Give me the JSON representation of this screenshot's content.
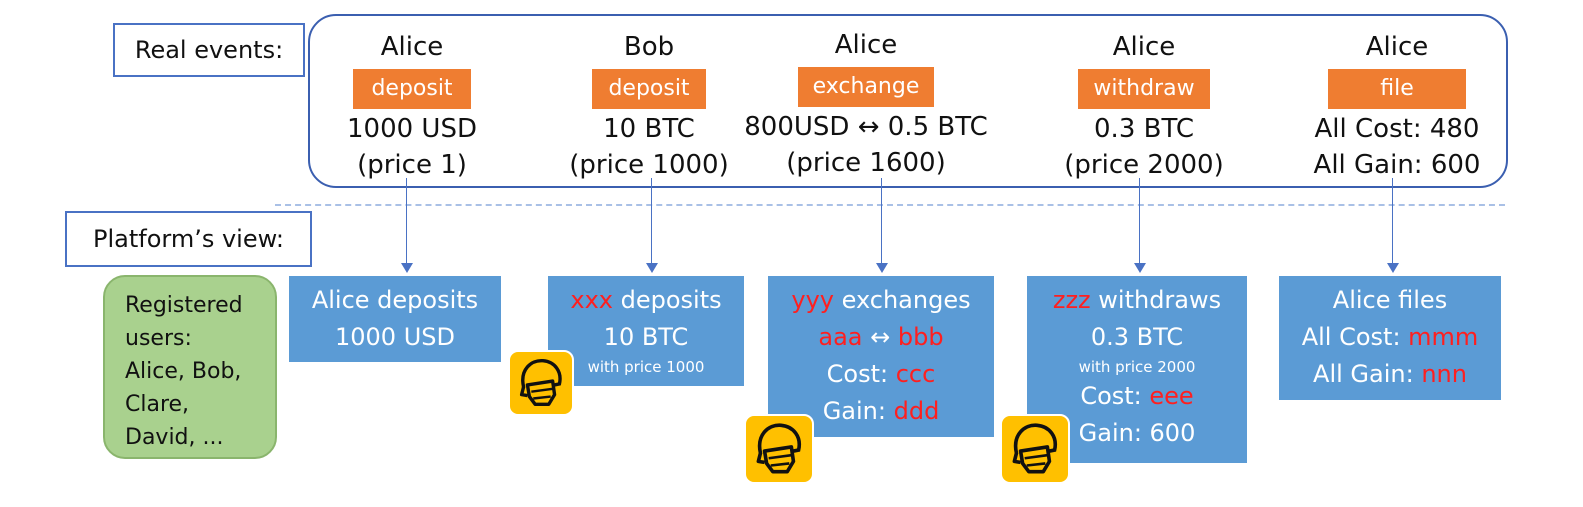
{
  "labels": {
    "real_events": "Real events:",
    "platform_view": "Platform’s view:"
  },
  "real_events": [
    {
      "actor": "Alice",
      "action": "deposit",
      "detail1": "1000 USD",
      "detail2": "(price 1)"
    },
    {
      "actor": "Bob",
      "action": "deposit",
      "detail1": "10 BTC",
      "detail2": "(price 1000)"
    },
    {
      "actor": "Alice",
      "action": "exchange",
      "detail1": "800USD ↔ 0.5 BTC",
      "detail2": "(price 1600)"
    },
    {
      "actor": "Alice",
      "action": "withdraw",
      "detail1": "0.3 BTC",
      "detail2": "(price 2000)"
    },
    {
      "actor": "Alice",
      "action": "file",
      "detail1": "All Cost: 480",
      "detail2": "All Gain: 600"
    }
  ],
  "registered_users": {
    "lines": [
      "Registered",
      "users:",
      "Alice, Bob,",
      "Clare,",
      "David, ..."
    ]
  },
  "platform_view": {
    "deposit_alice": {
      "line1": "Alice deposits",
      "line2": "1000 USD"
    },
    "deposit_bob": {
      "actor": "xxx",
      "verb": " deposits",
      "line2": "10 BTC",
      "note": "with price 1000"
    },
    "exchange": {
      "actor": "yyy",
      "verb": " exchanges",
      "from": "aaa",
      "arrow": " ↔ ",
      "to": "bbb",
      "cost_label": "Cost: ",
      "cost": "ccc",
      "gain_label": "Gain: ",
      "gain": "ddd"
    },
    "withdraw": {
      "actor": "zzz",
      "verb": " withdraws",
      "line2": "0.3 BTC",
      "note": "with price 2000",
      "cost_label": "Cost: ",
      "cost": "eee",
      "gain": "Gain: 600"
    },
    "file": {
      "line1": "Alice files",
      "cost_label": "All Cost: ",
      "cost": "mmm",
      "gain_label": "All Gain: ",
      "gain": "nnn"
    }
  },
  "icons": {
    "anonymous_user": "masked-face-icon"
  },
  "colors": {
    "action_bg": "#ef7d31",
    "platform_box": "#5b9bd5",
    "hidden_value": "#ff1f1f",
    "users_box": "#a9d18e",
    "icon_bg": "#ffc000",
    "frame": "#3b5fb0"
  }
}
